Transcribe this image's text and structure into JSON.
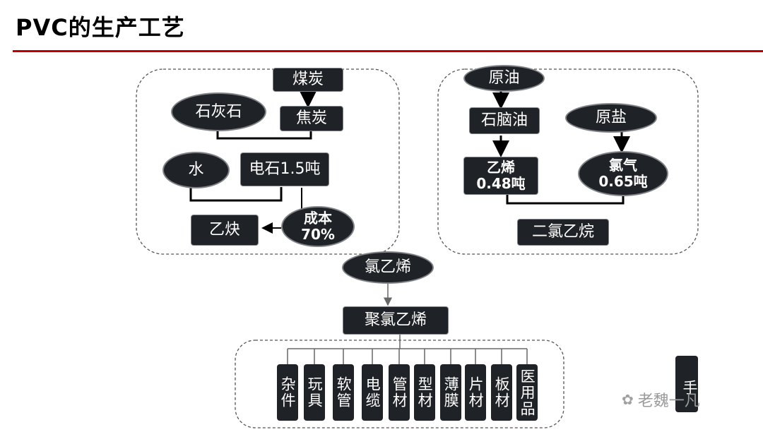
{
  "title": "PVC的生产工艺",
  "nodes": {
    "coal": "煤炭",
    "limestone": "石灰石",
    "coke": "焦炭",
    "water": "水",
    "calcium_carbide": "电石1.5吨",
    "acetylene": "乙炔",
    "cost": "成本\n70%",
    "crude_oil": "原油",
    "naphtha": "石脑油",
    "salt": "原盐",
    "ethylene": "乙烯\n0.48吨",
    "chlorine": "氯气\n0.65吨",
    "edc": "二氯乙烷",
    "vcm": "氯乙烯",
    "pvc": "聚氯乙烯"
  },
  "products": [
    "杂件",
    "玩具",
    "软管",
    "电缆",
    "管材",
    "型材",
    "薄膜",
    "片材",
    "板材",
    "医用品"
  ],
  "side_box": "手",
  "watermark": "老魏一凡",
  "colors": {
    "accent": "#c00000",
    "node_fill": "#1f2226"
  }
}
